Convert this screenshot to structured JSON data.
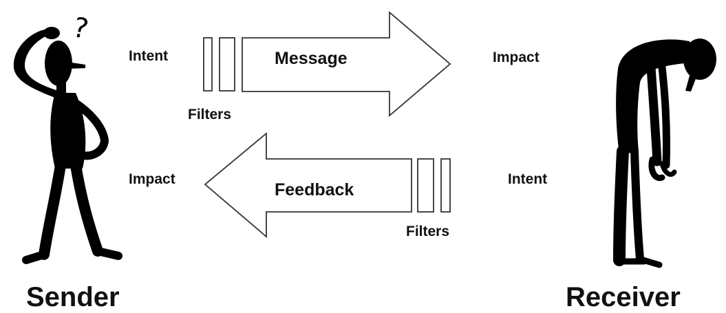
{
  "sender": {
    "label": "Sender",
    "intent": "Intent",
    "impact": "Impact",
    "thought": "?"
  },
  "receiver": {
    "label": "Receiver",
    "impact": "Impact",
    "intent": "Intent"
  },
  "message_arrow": {
    "label": "Message",
    "filters": "Filters"
  },
  "feedback_arrow": {
    "label": "Feedback",
    "filters": "Filters"
  }
}
